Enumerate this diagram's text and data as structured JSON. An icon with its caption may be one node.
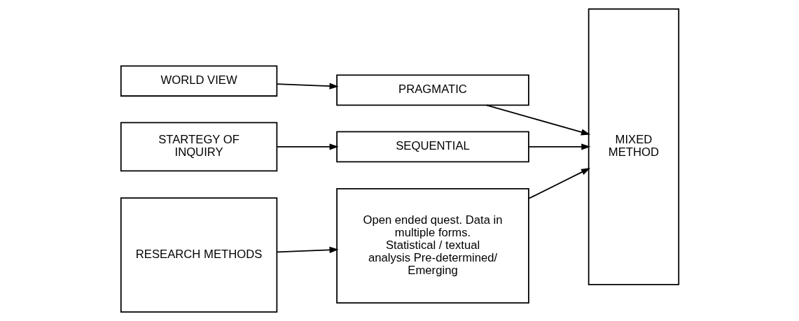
{
  "diagram": {
    "nodes": [
      {
        "text": [
          "WORLD VIEW"
        ]
      },
      {
        "text": [
          "PRAGMATIC"
        ]
      },
      {
        "text": [
          "STARTEGY OF INQUIRY"
        ]
      },
      {
        "text": [
          "SEQUENTIAL"
        ]
      },
      {
        "text": [
          "RESEARCH METHODS"
        ]
      },
      {
        "text": [
          "Open ended quest. Data in multiple forms. Statistical / textual analysis Pre-determined/ Emerging"
        ]
      },
      {
        "text": [
          "MIXED METHOD"
        ]
      }
    ],
    "edges": [
      {
        "from": 0,
        "to": 1,
        "arrow": "to"
      },
      {
        "from": 1,
        "to": 6,
        "arrow": "to"
      },
      {
        "from": 2,
        "to": 3,
        "arrow": "to"
      },
      {
        "from": 3,
        "to": 6,
        "arrow": "to"
      },
      {
        "from": 4,
        "to": 5,
        "arrow": "to"
      },
      {
        "from": 5,
        "to": 6,
        "arrow": "to"
      }
    ]
  }
}
